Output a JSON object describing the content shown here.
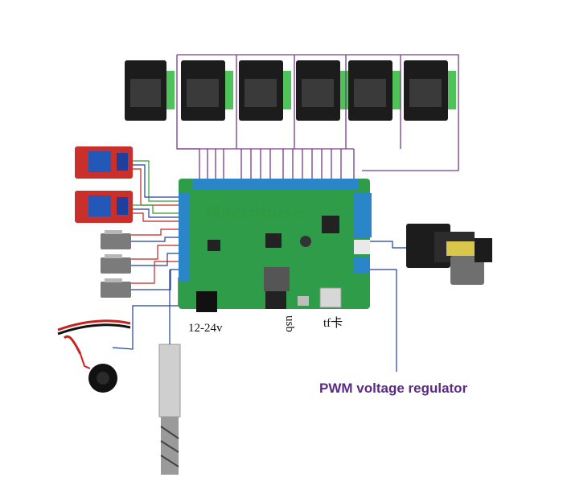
{
  "board": {
    "watermark": "Macrobase"
  },
  "labels": {
    "power": "12-24v",
    "usb": "usb",
    "tf": "tf卡",
    "pwm": "PWM voltage regulator"
  },
  "colors": {
    "background": "#ffffff",
    "wire_purple": "#7a3a8c",
    "wire_blue": "#1f3f9e",
    "wire_green": "#2e9a3a",
    "wire_red": "#c8221e",
    "pcb_green": "#2f9c4a",
    "terminal_blue": "#2a86c8",
    "driver_black": "#1c1c1c",
    "driver_terminal_green": "#4fc25a",
    "relay_red": "#c9302c",
    "pwm_label": "#5b2a86"
  }
}
